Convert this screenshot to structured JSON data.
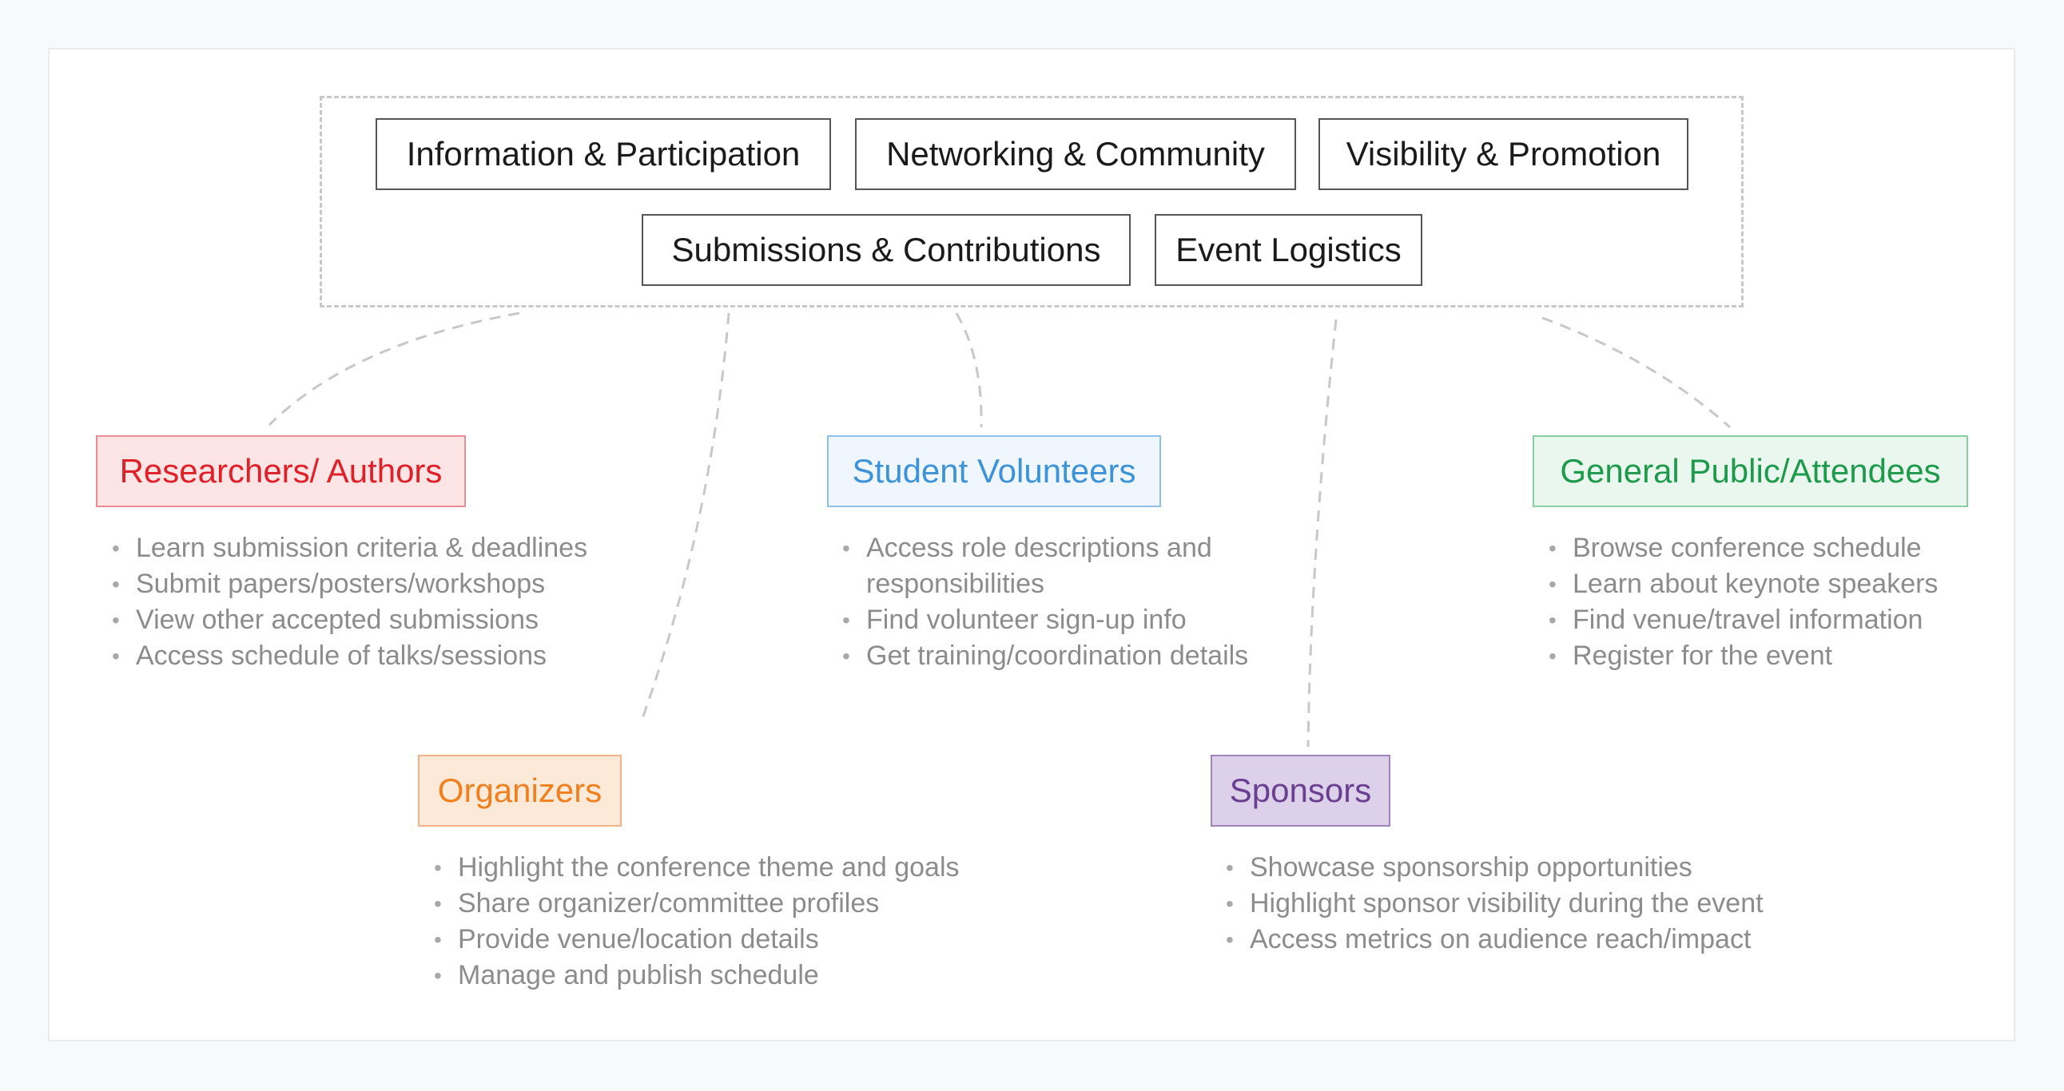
{
  "categories": [
    {
      "label": "Information & Participation"
    },
    {
      "label": "Networking & Community"
    },
    {
      "label": "Visibility & Promotion"
    },
    {
      "label": "Submissions & Contributions"
    },
    {
      "label": "Event Logistics"
    }
  ],
  "roles": {
    "researchers": {
      "title": "Researchers/ Authors",
      "color": "#e02028",
      "bg": "#fde5e6",
      "border": "#e98d92",
      "items": [
        "Learn submission criteria & deadlines",
        "Submit papers/posters/workshops",
        "View other accepted submissions",
        "Access schedule of talks/sessions"
      ]
    },
    "organizers": {
      "title": "Organizers",
      "color": "#f07f1f",
      "bg": "#fde9d7",
      "border": "#f2b386",
      "items": [
        "Highlight the conference theme and goals",
        "Share organizer/committee profiles",
        "Provide venue/location details",
        "Manage and publish schedule"
      ]
    },
    "volunteers": {
      "title": "Student Volunteers",
      "color": "#3d93d8",
      "bg": "#eff6fd",
      "border": "#8dc1ea",
      "items": [
        "Access role descriptions and responsibilities",
        "Find volunteer sign-up info",
        "Get training/coordination details"
      ]
    },
    "sponsors": {
      "title": "Sponsors",
      "color": "#6a3f8f",
      "bg": "#ddd0ea",
      "border": "#9e84b8",
      "items": [
        "Showcase sponsorship opportunities",
        "Highlight sponsor visibility during the event",
        "Access metrics on audience reach/impact"
      ]
    },
    "public": {
      "title": "General Public/Attendees",
      "color": "#1e9a4c",
      "bg": "#eaf7ee",
      "border": "#86cf9f",
      "items": [
        "Browse conference schedule",
        "Learn about keynote speakers",
        "Find venue/travel information",
        "Register for the event"
      ]
    }
  },
  "colors": {
    "connector": "#c8c8c8",
    "bullet_text": "#8c8c8c"
  }
}
